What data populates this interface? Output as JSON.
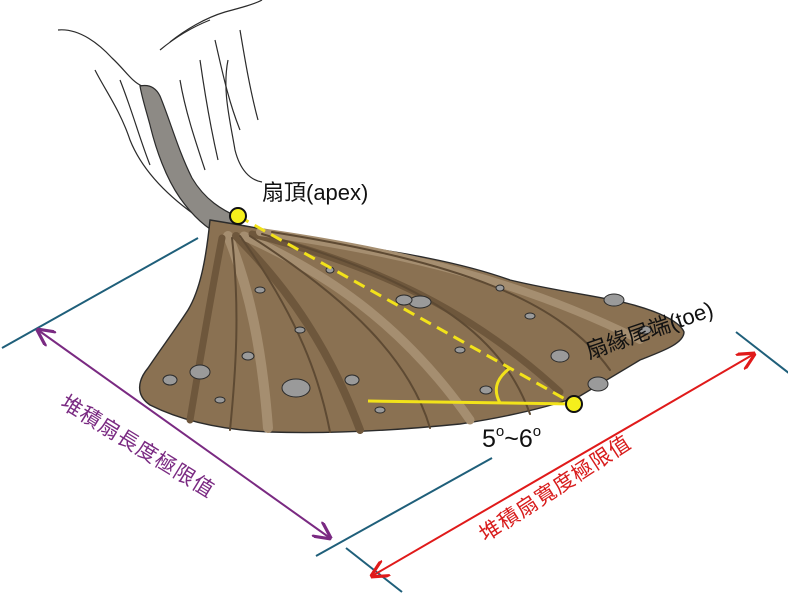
{
  "labels": {
    "apex": "扇頂(apex)",
    "toe": "扇緣尾端(toe)",
    "angle_low": "5",
    "angle_sep": "~6",
    "degree_mark": "o",
    "length_limit": "堆積扇長度極限值",
    "width_limit": "堆積扇寬度極限值"
  },
  "colors": {
    "fan_fill": "#8a7152",
    "fan_dark": "#6e573c",
    "fan_light": "#a58e70",
    "gully_fill": "#8d8a85",
    "guide_line": "#1f5f7a",
    "length_arrow": "#7a2a82",
    "width_arrow": "#e01a1a",
    "marker_fill": "#f5ef1c",
    "slope_line": "#f2e21a"
  }
}
